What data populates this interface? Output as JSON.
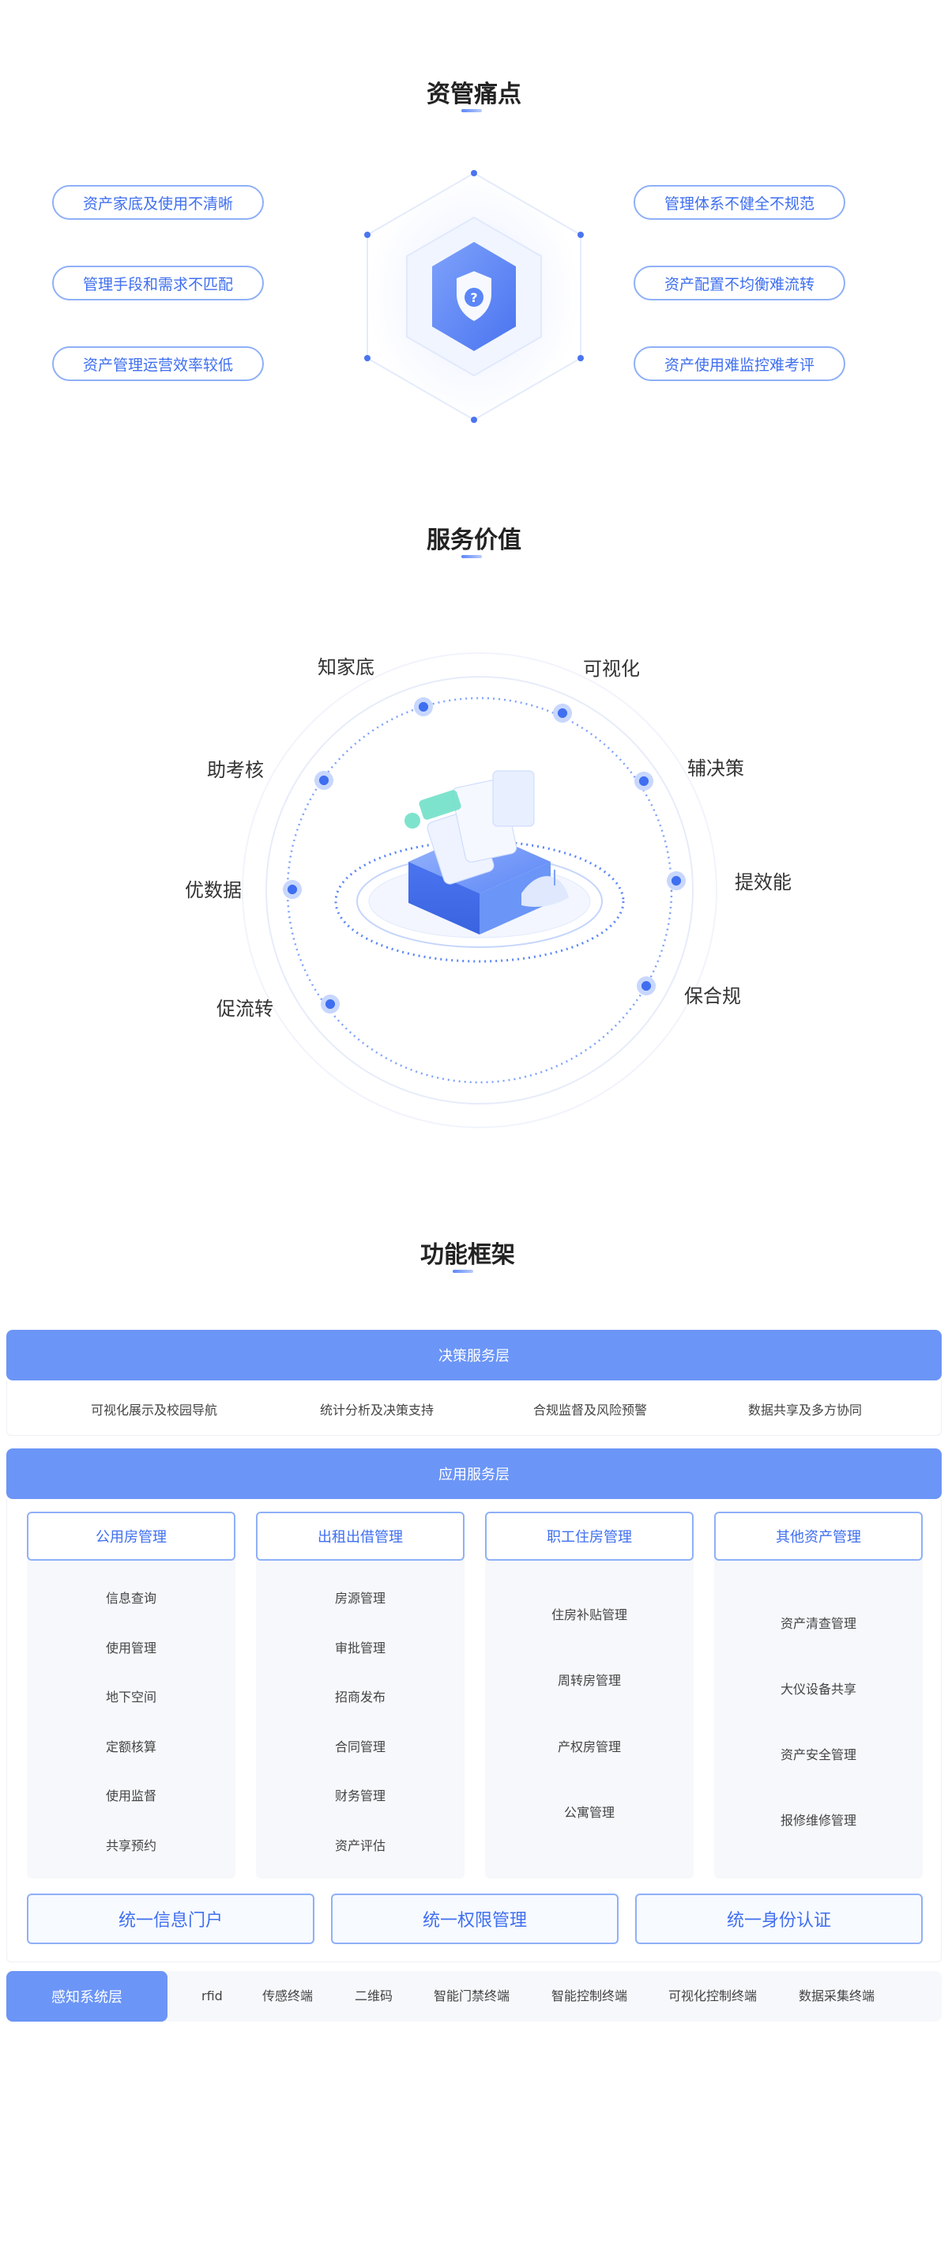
{
  "pain_points": {
    "title": "资管痛点",
    "left": [
      "资产家底及使用不清晰",
      "管理手段和需求不匹配",
      "资产管理运营效率较低"
    ],
    "right": [
      "管理体系不健全不规范",
      "资产配置不均衡难流转",
      "资产使用难监控难考评"
    ],
    "center_icon": "shield-question-icon"
  },
  "service_value": {
    "title": "服务价值",
    "items": [
      "知家底",
      "可视化",
      "辅决策",
      "提效能",
      "保合规",
      "促流转",
      "优数据",
      "助考核"
    ]
  },
  "framework": {
    "title": "功能框架",
    "decision_layer": {
      "label": "决策服务层",
      "items": [
        "可视化展示及校园导航",
        "统计分析及决策支持",
        "合规监督及风险预警",
        "数据共享及多方协同"
      ]
    },
    "application_layer": {
      "label": "应用服务层",
      "modules": [
        {
          "title": "公用房管理",
          "items": [
            "信息查询",
            "使用管理",
            "地下空间",
            "定额核算",
            "使用监督",
            "共享预约"
          ]
        },
        {
          "title": "出租出借管理",
          "items": [
            "房源管理",
            "审批管理",
            "招商发布",
            "合同管理",
            "财务管理",
            "资产评估"
          ]
        },
        {
          "title": "职工住房管理",
          "items": [
            "住房补贴管理",
            "周转房管理",
            "产权房管理",
            "公寓管理"
          ]
        },
        {
          "title": "其他资产管理",
          "items": [
            "资产清查管理",
            "大仪设备共享",
            "资产安全管理",
            "报修维修管理"
          ]
        }
      ],
      "unified": [
        "统一信息门户",
        "统一权限管理",
        "统一身份认证"
      ]
    },
    "perception_layer": {
      "label": "感知系统层",
      "items": [
        "rfid",
        "传感终端",
        "二维码",
        "智能门禁终端",
        "智能控制终端",
        "可视化控制终端",
        "数据采集终端"
      ]
    },
    "colors": {
      "accent": "#6b95f7",
      "border": "#8fb0f8",
      "text_accent": "#3f6ff0"
    }
  }
}
